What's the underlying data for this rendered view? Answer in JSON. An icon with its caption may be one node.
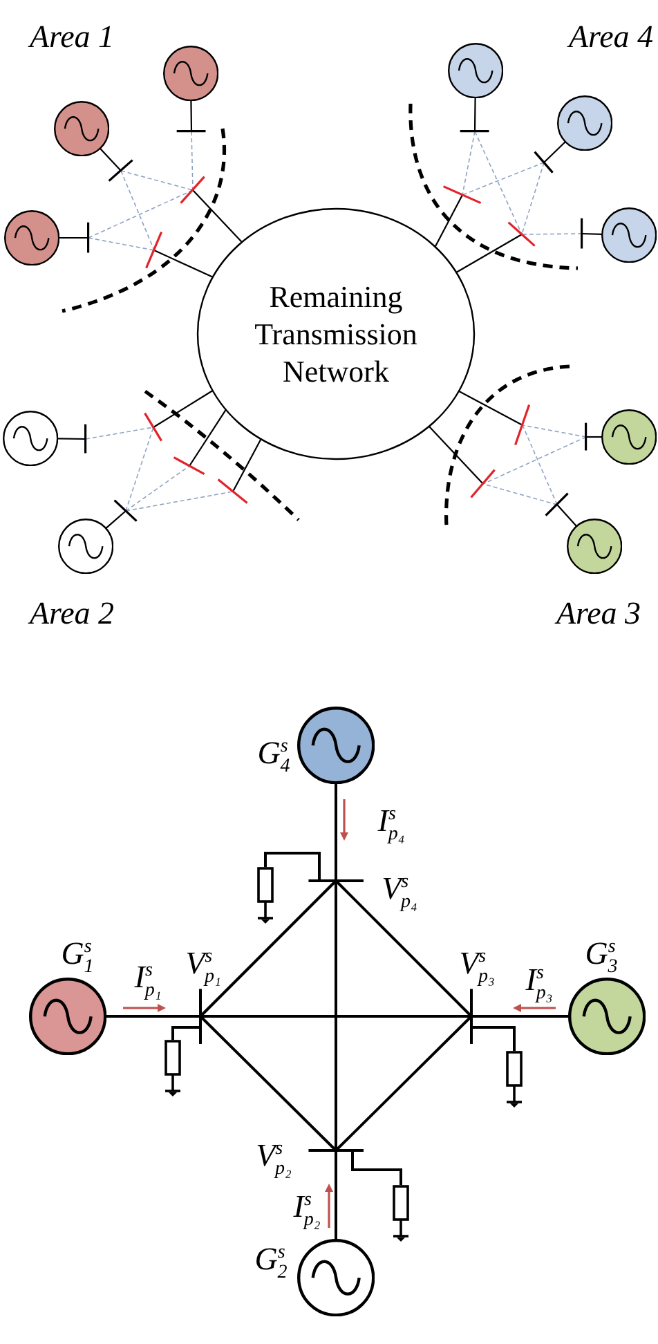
{
  "diagram": {
    "nodes": [
      {
        "text": [
          "Remaining Transmission Network"
        ]
      },
      {
        "text": [],
        "shape": "circle"
      },
      {
        "text": [],
        "shape": "circle"
      },
      {
        "text": [],
        "shape": "circle"
      },
      {
        "text": [],
        "shape": "bar"
      },
      {
        "text": [],
        "shape": "bar"
      },
      {
        "text": [],
        "shape": "bar"
      },
      {
        "text": [],
        "shape": "bar"
      },
      {
        "text": [],
        "shape": "bar"
      },
      {
        "text": [],
        "shape": "circle"
      },
      {
        "text": [],
        "shape": "circle"
      },
      {
        "text": [],
        "shape": "circle"
      },
      {
        "text": [],
        "shape": "bar"
      },
      {
        "text": [],
        "shape": "bar"
      },
      {
        "text": [],
        "shape": "bar"
      },
      {
        "text": [],
        "shape": "bar"
      },
      {
        "text": [],
        "shape": "bar"
      },
      {
        "text": [],
        "shape": "circle"
      },
      {
        "text": [],
        "shape": "circle"
      },
      {
        "text": [],
        "shape": "bar"
      },
      {
        "text": [],
        "shape": "bar"
      },
      {
        "text": [],
        "shape": "bar"
      },
      {
        "text": [],
        "shape": "bar"
      },
      {
        "text": [],
        "shape": "bar"
      },
      {
        "text": [],
        "shape": "circle"
      },
      {
        "text": [],
        "shape": "circle"
      },
      {
        "text": [],
        "shape": "bar"
      },
      {
        "text": [],
        "shape": "bar"
      },
      {
        "text": [],
        "shape": "bar"
      },
      {
        "text": [],
        "shape": "bar"
      },
      {
        "text": [],
        "shape": "circle",
        "beside": [
          "G$^{s}$$_{4}$"
        ]
      },
      {
        "text": [],
        "shape": "bar",
        "beside": [
          "V$^{s}$$_{p₄}$"
        ]
      },
      {
        "text": [],
        "shape": "resistor"
      },
      {
        "text": [],
        "shape": "circle",
        "beside": [
          "G$^{s}$$_{1}$"
        ]
      },
      {
        "text": [],
        "shape": "bar",
        "beside": [
          "V$^{s}$$_{p₁}$"
        ]
      },
      {
        "text": [],
        "shape": "resistor"
      },
      {
        "text": [],
        "shape": "bar",
        "beside": [
          "V$^{s}$$_{p₃}$"
        ]
      },
      {
        "text": [],
        "shape": "resistor"
      },
      {
        "text": [],
        "shape": "circle",
        "beside": [
          "G$^{s}$$_{3}$"
        ]
      },
      {
        "text": [],
        "shape": "bar",
        "beside": [
          "V$^{s}$$_{p₂}$"
        ]
      },
      {
        "text": [],
        "shape": "resistor"
      },
      {
        "text": [],
        "shape": "circle",
        "beside": [
          "G$^{s}$$_{2}$"
        ]
      }
    ],
    "edges": [
      {
        "from": 1,
        "to": 4,
        "arrow": "none"
      },
      {
        "from": 2,
        "to": 5,
        "arrow": "none"
      },
      {
        "from": 3,
        "to": 6,
        "arrow": "none"
      },
      {
        "from": 4,
        "to": 7,
        "arrow": "none",
        "style": "dashed",
        "color": "#8ea3c4"
      },
      {
        "from": 5,
        "to": 7,
        "arrow": "none",
        "style": "dashed",
        "color": "#8ea3c4"
      },
      {
        "from": 5,
        "to": 8,
        "arrow": "none",
        "style": "dashed",
        "color": "#8ea3c4"
      },
      {
        "from": 6,
        "to": 7,
        "arrow": "none",
        "style": "dashed",
        "color": "#8ea3c4"
      },
      {
        "from": 6,
        "to": 8,
        "arrow": "none",
        "style": "dashed",
        "color": "#8ea3c4"
      },
      {
        "from": 7,
        "to": 0,
        "arrow": "none"
      },
      {
        "from": 8,
        "to": 0,
        "arrow": "none"
      },
      {
        "from": 9,
        "to": 12,
        "arrow": "none"
      },
      {
        "from": 10,
        "to": 13,
        "arrow": "none"
      },
      {
        "from": 11,
        "to": 14,
        "arrow": "none"
      },
      {
        "from": 12,
        "to": 15,
        "arrow": "none",
        "style": "dashed",
        "color": "#8ea3c4"
      },
      {
        "from": 12,
        "to": 16,
        "arrow": "none",
        "style": "dashed",
        "color": "#8ea3c4"
      },
      {
        "from": 13,
        "to": 15,
        "arrow": "none",
        "style": "dashed",
        "color": "#8ea3c4"
      },
      {
        "from": 13,
        "to": 16,
        "arrow": "none",
        "style": "dashed",
        "color": "#8ea3c4"
      },
      {
        "from": 14,
        "to": 16,
        "arrow": "none",
        "style": "dashed",
        "color": "#8ea3c4"
      },
      {
        "from": 15,
        "to": 0,
        "arrow": "none"
      },
      {
        "from": 16,
        "to": 0,
        "arrow": "none"
      },
      {
        "from": 17,
        "to": 19,
        "arrow": "none"
      },
      {
        "from": 18,
        "to": 20,
        "arrow": "none"
      },
      {
        "from": 19,
        "to": 21,
        "arrow": "none",
        "style": "dashed",
        "color": "#8ea3c4"
      },
      {
        "from": 20,
        "to": 21,
        "arrow": "none",
        "style": "dashed",
        "color": "#8ea3c4"
      },
      {
        "from": 20,
        "to": 22,
        "arrow": "none",
        "style": "dashed",
        "color": "#8ea3c4"
      },
      {
        "from": 20,
        "to": 23,
        "arrow": "none",
        "style": "dashed",
        "color": "#8ea3c4"
      },
      {
        "from": 21,
        "to": 0,
        "arrow": "none"
      },
      {
        "from": 22,
        "to": 0,
        "arrow": "none"
      },
      {
        "from": 23,
        "to": 0,
        "arrow": "none"
      },
      {
        "from": 24,
        "to": 26,
        "arrow": "none"
      },
      {
        "from": 25,
        "to": 27,
        "arrow": "none"
      },
      {
        "from": 26,
        "to": 28,
        "arrow": "none",
        "style": "dashed",
        "color": "#8ea3c4"
      },
      {
        "from": 26,
        "to": 29,
        "arrow": "none",
        "style": "dashed",
        "color": "#8ea3c4"
      },
      {
        "from": 27,
        "to": 28,
        "arrow": "none",
        "style": "dashed",
        "color": "#8ea3c4"
      },
      {
        "from": 27,
        "to": 29,
        "arrow": "none",
        "style": "dashed",
        "color": "#8ea3c4"
      },
      {
        "from": 28,
        "to": 0,
        "arrow": "none"
      },
      {
        "from": 29,
        "to": 0,
        "arrow": "none"
      },
      {
        "from": 30,
        "to": 31,
        "arrow": "none"
      },
      {
        "from": 31,
        "to": 32,
        "arrow": "none"
      },
      {
        "from": 33,
        "to": 34,
        "arrow": "none"
      },
      {
        "from": 34,
        "to": 35,
        "arrow": "none"
      },
      {
        "from": 38,
        "to": 36,
        "arrow": "none"
      },
      {
        "from": 36,
        "to": 37,
        "arrow": "none"
      },
      {
        "from": 41,
        "to": 39,
        "arrow": "none"
      },
      {
        "from": 39,
        "to": 40,
        "arrow": "none"
      },
      {
        "from": 31,
        "to": 34,
        "arrow": "none"
      },
      {
        "from": 31,
        "to": 36,
        "arrow": "none"
      },
      {
        "from": 31,
        "to": 39,
        "arrow": "none"
      },
      {
        "from": 34,
        "to": 36,
        "arrow": "none"
      },
      {
        "from": 34,
        "to": 39,
        "arrow": "none"
      },
      {
        "from": 36,
        "to": 39,
        "arrow": "none"
      }
    ],
    "labels": [
      "Area 1",
      "Area 4",
      "Area 2",
      "Area 3",
      "I$^{s}$$_{p₄}$",
      "I$^{s}$$_{p₁}$",
      "I$^{s}$$_{p₃}$",
      "I$^{s}$$_{p₂}$"
    ]
  }
}
